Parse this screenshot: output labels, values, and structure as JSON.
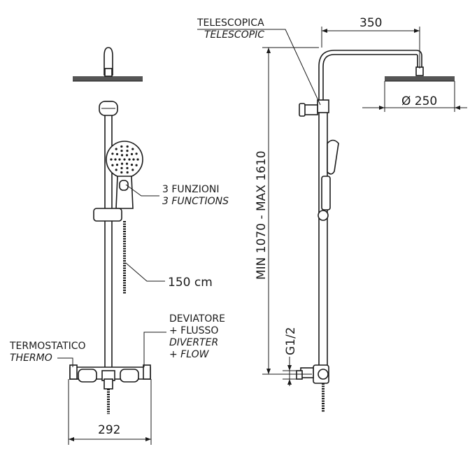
{
  "labels": {
    "telescopica": "TELESCOPICA",
    "telescopic": "TELESCOPIC",
    "dim_arm": "350",
    "dim_head": "Ø 250",
    "height_range": "MIN 1070  -  MAX 1610",
    "funzioni": "3 FUNZIONI",
    "functions": "3 FUNCTIONS",
    "hose": "150 cm",
    "deviatore": "DEVIATORE",
    "flusso": "+ FLUSSO",
    "diverter": "DIVERTER",
    "flow": "+ FLOW",
    "termostatico": "TERMOSTATICO",
    "thermo": "THERMO",
    "thread": "G1/2",
    "width": "292"
  },
  "colors": {
    "line": "#1a1a1a",
    "background": "#ffffff"
  }
}
